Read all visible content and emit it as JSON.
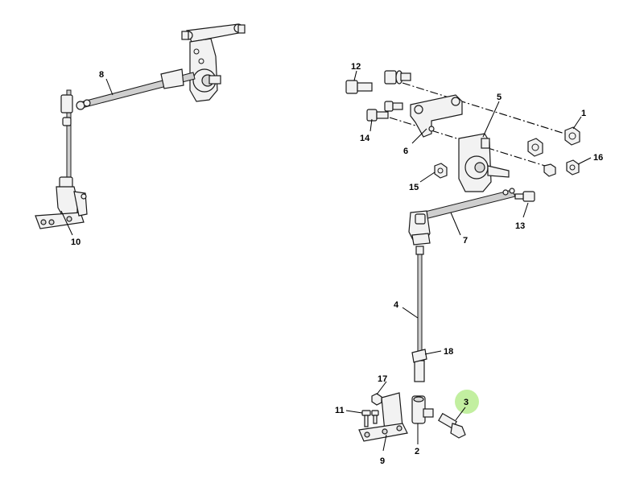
{
  "diagram": {
    "highlight_color": "#b7ec8f",
    "highlighted_label": "3",
    "labels": {
      "l1": "1",
      "l2": "2",
      "l3": "3",
      "l4": "4",
      "l5": "5",
      "l6": "6",
      "l7": "7",
      "l8": "8",
      "l9": "9",
      "l10": "10",
      "l11": "11",
      "l12": "12",
      "l13": "13",
      "l14": "14",
      "l15": "15",
      "l16": "16",
      "l17": "17",
      "l18": "18"
    }
  }
}
